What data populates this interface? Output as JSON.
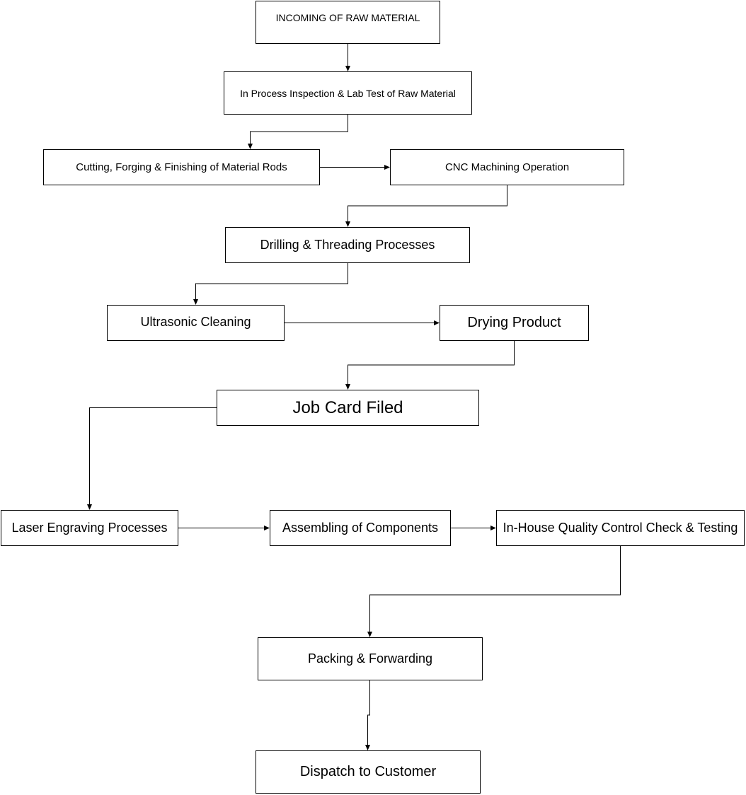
{
  "diagram": {
    "steps": {
      "incoming": "INCOMING OF RAW MATERIAL",
      "inspection": "In Process Inspection & Lab Test of Raw Material",
      "cutting": "Cutting, Forging & Finishing of Material Rods",
      "cnc": "CNC Machining Operation",
      "drilling": "Drilling & Threading Processes",
      "ultrasonic": "Ultrasonic Cleaning",
      "drying": "Drying Product",
      "job_card": "Job Card Filed",
      "laser": "Laser Engraving Processes",
      "assembling": "Assembling of Components",
      "quality": "In-House Quality Control Check & Testing",
      "packing": "Packing & Forwarding",
      "dispatch": "Dispatch to Customer"
    },
    "connections": [
      [
        "incoming",
        "inspection"
      ],
      [
        "inspection",
        "cutting"
      ],
      [
        "cutting",
        "cnc"
      ],
      [
        "cnc",
        "drilling"
      ],
      [
        "drilling",
        "ultrasonic"
      ],
      [
        "ultrasonic",
        "drying"
      ],
      [
        "drying",
        "job_card"
      ],
      [
        "job_card",
        "laser"
      ],
      [
        "laser",
        "assembling"
      ],
      [
        "assembling",
        "quality"
      ],
      [
        "quality",
        "packing"
      ],
      [
        "packing",
        "dispatch"
      ]
    ],
    "colors": {
      "stroke": "#000000",
      "fill": "#ffffff",
      "text": "#000000"
    }
  }
}
